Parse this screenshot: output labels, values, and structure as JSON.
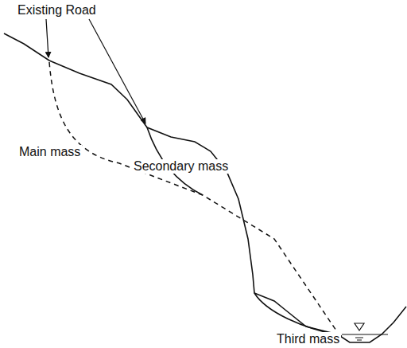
{
  "diagram": {
    "labels": [
      "Existing Road",
      "Main mass",
      "Secondary mass",
      "Third mass"
    ]
  }
}
